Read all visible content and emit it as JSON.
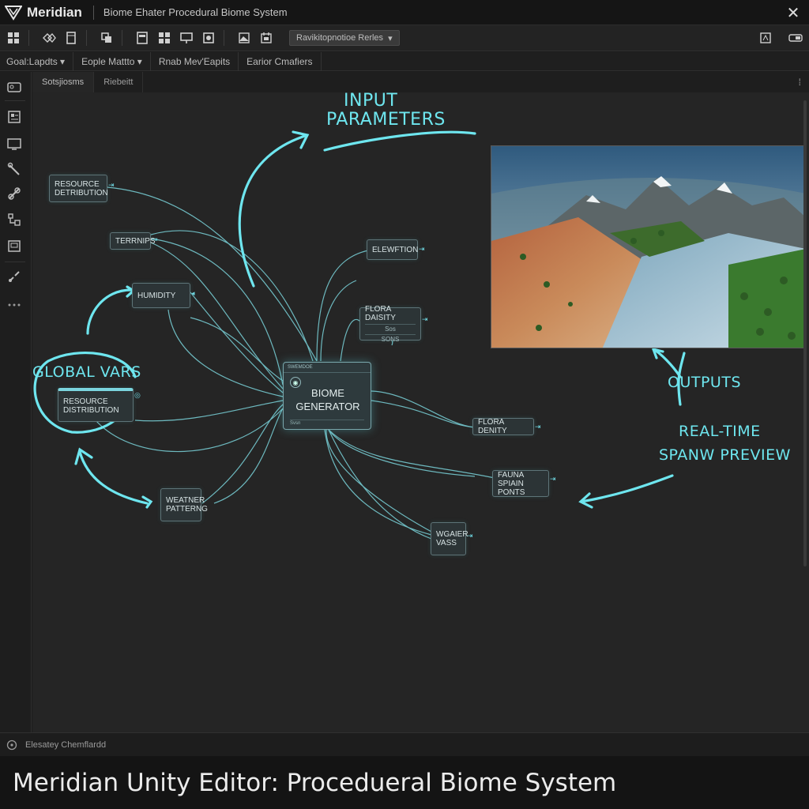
{
  "window": {
    "app_name": "Meridian",
    "doc_title": "Biome Ehater Procedural Biome System",
    "close_glyph": "✕"
  },
  "toolbar": {
    "dropdown_label": "Ravikitopnotioe Rerles",
    "dropdown_caret": "▾",
    "icons": [
      "grid-icon",
      "node-graph-icon",
      "document-icon",
      "layers-icon",
      "panel-icon",
      "tiles-icon",
      "monitor-icon",
      "shield-icon",
      "terrain-icon",
      "paint-icon",
      "export-icon",
      "toggle-icon"
    ]
  },
  "menu": {
    "items": [
      "Goal:Lapdts ▾",
      "Eople Mattto ▾",
      "Rnab Mev'Eapits",
      "Earior Cmafiers"
    ]
  },
  "tabs": {
    "items": [
      "Sotsjiosms",
      "Riebeitt"
    ],
    "menu_glyph": "⁞"
  },
  "nodes": {
    "resource_top": {
      "label": "RESOURCE DETRIBUTION"
    },
    "terrnips": {
      "label": "TERRNIPS"
    },
    "humidity": {
      "label": "HUMIDITY"
    },
    "resource_main": {
      "label": "RESOURCE DISTRIBUTION"
    },
    "weather": {
      "label": "WEATNER PATTERNG"
    },
    "elevation": {
      "label": "ELEWFTION"
    },
    "flora_top": {
      "label": "FLORA DAISITY",
      "sub1": "Sos",
      "sub2": "SONS"
    },
    "biome": {
      "header": "SWEMDOE",
      "label_line1": "BIOME",
      "label_line2": "GENERATOR",
      "footer": "Svsn"
    },
    "flora_density": {
      "label": "FLORA DENITY"
    },
    "fauna": {
      "label": "FAUNA SPIAIN PONTS"
    },
    "water": {
      "label": "WGAIER VASS"
    }
  },
  "annotations": {
    "input_line1": "INPUT",
    "input_line2": "PARAMETERS",
    "global_vars": "GLOBAL VARS",
    "outputs": "OUTPUTS",
    "realtime_line1": "REAL-TIME",
    "realtime_line2": "SPANW PREVIEW"
  },
  "status": {
    "text": "Elesatey Chemflardd"
  },
  "caption": "Meridian Unity Editor: Procedueral Biome System",
  "colors": {
    "accent": "#6ee6ef",
    "background": "#252525",
    "node_border": "#5e7478"
  }
}
